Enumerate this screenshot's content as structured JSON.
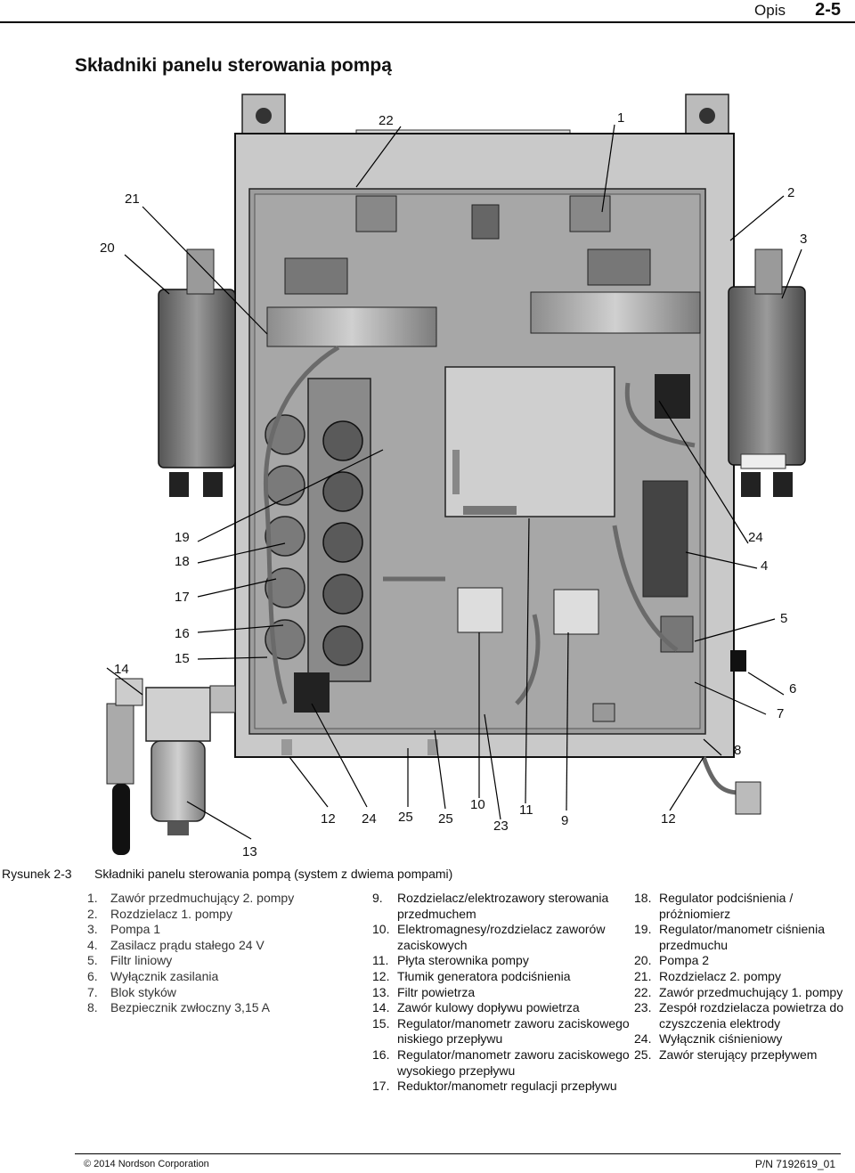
{
  "header": {
    "section": "Opis",
    "page": "2-5"
  },
  "title": "Składniki panelu sterowania pompą",
  "figure": {
    "callouts": [
      "22",
      "1",
      "21",
      "2",
      "20",
      "3",
      "19",
      "24",
      "18",
      "4",
      "17",
      "16",
      "5",
      "15",
      "14",
      "6",
      "7",
      "8",
      "12",
      "24",
      "25",
      "25",
      "10",
      "23",
      "11",
      "9",
      "12",
      "13"
    ]
  },
  "caption": {
    "label": "Rysunek 2-3",
    "text": "Składniki panelu sterowania pompą (system z dwiema pompami)"
  },
  "legend": {
    "col1": [
      {
        "n": "1.",
        "t": "Zawór przedmuchujący 2. pompy"
      },
      {
        "n": "2.",
        "t": "Rozdzielacz 1. pompy"
      },
      {
        "n": "3.",
        "t": "Pompa 1"
      },
      {
        "n": "4.",
        "t": "Zasilacz prądu stałego 24 V"
      },
      {
        "n": "5.",
        "t": "Filtr liniowy"
      },
      {
        "n": "6.",
        "t": "Wyłącznik zasilania"
      },
      {
        "n": "7.",
        "t": "Blok styków"
      },
      {
        "n": "8.",
        "t": "Bezpiecznik zwłoczny 3,15 A"
      }
    ],
    "col2": [
      {
        "n": "9.",
        "t": "Rozdzielacz/elektrozawory sterowania przedmuchem"
      },
      {
        "n": "10.",
        "t": "Elektromagnesy/rozdzielacz zaworów zaciskowych"
      },
      {
        "n": "11.",
        "t": "Płyta sterownika pompy"
      },
      {
        "n": "12.",
        "t": "Tłumik generatora podciśnienia"
      },
      {
        "n": "13.",
        "t": "Filtr powietrza"
      },
      {
        "n": "14.",
        "t": "Zawór kulowy dopływu powietrza"
      },
      {
        "n": "15.",
        "t": "Regulator/manometr zaworu zaciskowego niskiego przepływu"
      },
      {
        "n": "16.",
        "t": "Regulator/manometr zaworu zaciskowego wysokiego przepływu"
      },
      {
        "n": "17.",
        "t": "Reduktor/manometr regulacji przepływu"
      }
    ],
    "col3": [
      {
        "n": "18.",
        "t": "Regulator podciśnienia / próżniomierz"
      },
      {
        "n": "19.",
        "t": "Regulator/manometr ciśnienia przedmuchu"
      },
      {
        "n": "20.",
        "t": "Pompa 2"
      },
      {
        "n": "21.",
        "t": "Rozdzielacz 2. pompy"
      },
      {
        "n": "22.",
        "t": "Zawór przedmuchujący 1. pompy"
      },
      {
        "n": "23.",
        "t": "Zespół rozdzielacza powietrza do czyszczenia elektrody"
      },
      {
        "n": "24.",
        "t": "Wyłącznik ciśnieniowy"
      },
      {
        "n": "25.",
        "t": "Zawór sterujący przepływem"
      }
    ]
  },
  "footer": {
    "copyright": "© 2014 Nordson Corporation",
    "pn": "P/N 7192619_01"
  }
}
